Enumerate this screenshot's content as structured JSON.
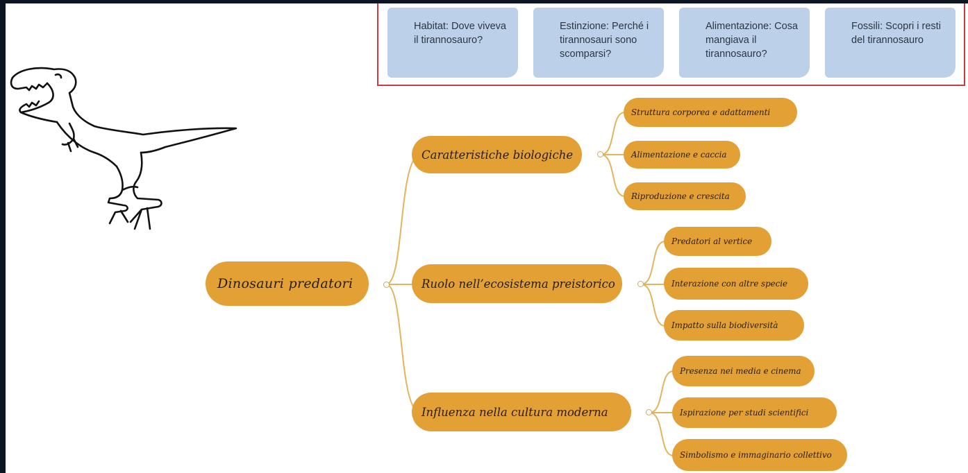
{
  "suggestions": [
    {
      "label": "Habitat: Dove viveva il tirannosauro?"
    },
    {
      "label": "Estinzione: Perché i tirannosauri sono scomparsi?"
    },
    {
      "label": "Alimentazione: Cosa mangiava il tirannosauro?"
    },
    {
      "label": "Fossili: Scopri i resti del tirannosauro"
    }
  ],
  "mindmap": {
    "root": "Dinosauri predatori",
    "branches": [
      {
        "label": "Caratteristiche biologiche",
        "children": [
          "Struttura corporea e adattamenti",
          "Alimentazione e caccia",
          "Riproduzione e crescita"
        ]
      },
      {
        "label": "Ruolo nell’ecosistema preistorico",
        "children": [
          "Predatori al vertice",
          "Interazione con altre specie",
          "Impatto sulla biodiversità"
        ]
      },
      {
        "label": "Influenza nella cultura moderna",
        "children": [
          "Presenza nei media e cinema",
          "Ispirazione per studi scientifici",
          "Simbolismo e immaginario collettivo"
        ]
      }
    ]
  },
  "colors": {
    "node": "#e2a035",
    "connector": "#e2b45c",
    "card": "#bcd0ea",
    "suggestion_border": "#cc3b3b"
  },
  "icons": [
    "t-rex-illustration"
  ]
}
